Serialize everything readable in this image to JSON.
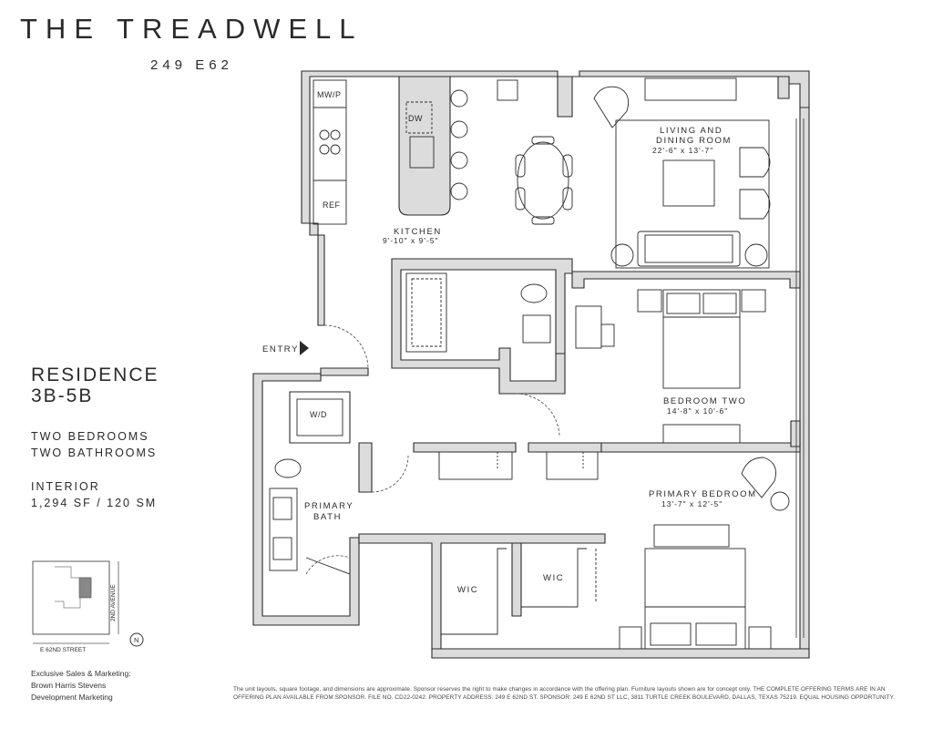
{
  "header": {
    "title": "THE TREADWELL",
    "address": "249 E62"
  },
  "residence": {
    "title_line1": "RESIDENCE",
    "title_line2": "3B-5B",
    "bedrooms": "TWO BEDROOMS",
    "bathrooms": "TWO BATHROOMS",
    "interior_label": "INTERIOR",
    "interior_value": "1,294 SF / 120 SM"
  },
  "plan": {
    "rooms": {
      "living": {
        "name_line1": "LIVING AND",
        "name_line2": "DINING ROOM",
        "dims": "22'-6\" x 13'-7\""
      },
      "kitchen": {
        "name": "KITCHEN",
        "dims": "9'-10\" x 9'-5\""
      },
      "bedroom_two": {
        "name": "BEDROOM TWO",
        "dims": "14'-8\" x 10'-6\""
      },
      "primary_bedroom": {
        "name": "PRIMARY BEDROOM",
        "dims": "13'-7\" x 12'-5\""
      },
      "primary_bath": {
        "name_line1": "PRIMARY",
        "name_line2": "BATH"
      },
      "wic_1": "WIC",
      "wic_2": "WIC"
    },
    "fixtures": {
      "mwp": "MW/P",
      "dw": "DW",
      "ref": "REF",
      "wd": "W/D"
    },
    "entry_label": "ENTRY"
  },
  "key_plan": {
    "street": "E 62ND STREET",
    "avenue": "2ND AVENUE",
    "north": "N"
  },
  "credits": {
    "line1": "Exclusive Sales & Marketing:",
    "line2": "Brown Harris Stevens",
    "line3": "Development Marketing"
  },
  "disclaimer": "The unit layouts, square footage, and dimensions are approximate. Sponsor reserves the right to make changes in accordance with the offering plan. Furniture layouts shown are for concept only. THE COMPLETE OFFERING TERMS ARE IN AN OFFERING PLAN AVAILABLE FROM SPONSOR. FILE NO. CD22-0242. PROPERTY ADDRESS: 249 E 62ND ST. SPONSOR: 249 E 62ND ST LLC, 3811 TURTLE CREEK BOULEVARD, DALLAS, TEXAS 75219. EQUAL HOUSING OPPORTUNITY.",
  "colors": {
    "wall_fill": "#dcdcdc",
    "line": "#2a2a2a"
  }
}
